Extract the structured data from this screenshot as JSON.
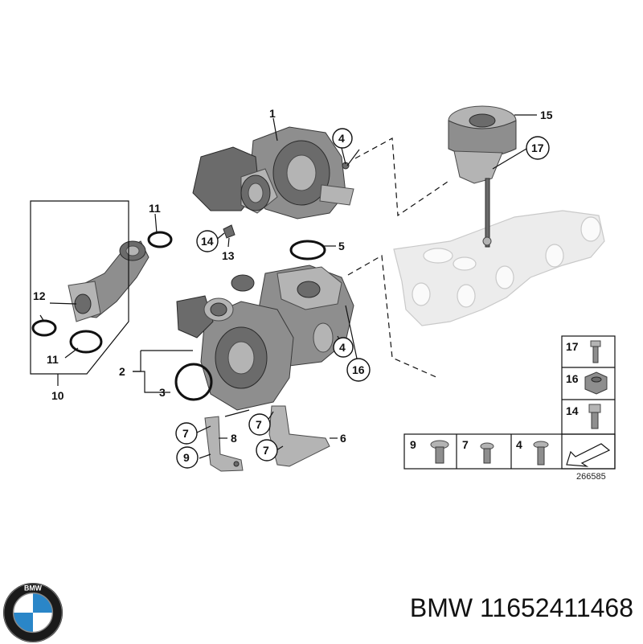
{
  "diagram": {
    "callouts": {
      "c1": "1",
      "c2": "2",
      "c3": "3",
      "c4a": "4",
      "c4b": "4",
      "c5": "5",
      "c6": "6",
      "c7a": "7",
      "c7b": "7",
      "c7c": "7",
      "c8": "8",
      "c9": "9",
      "c10": "10",
      "c11a": "11",
      "c11b": "11",
      "c12": "12",
      "c13": "13",
      "c14": "14",
      "c15": "15",
      "c16": "16",
      "c17": "17"
    },
    "hardware_box": {
      "items": [
        "17",
        "16",
        "14",
        "9",
        "7",
        "4"
      ]
    },
    "reference_number": "266585"
  },
  "footer": {
    "brand": "BMW",
    "part_number": "11652411468",
    "logo_letters": "BMW"
  },
  "colors": {
    "part_gray": "#8e8e8e",
    "ghost_gray": "#ececec",
    "logo_blue": "#2a86c8",
    "logo_ring": "#1a1a1a"
  }
}
